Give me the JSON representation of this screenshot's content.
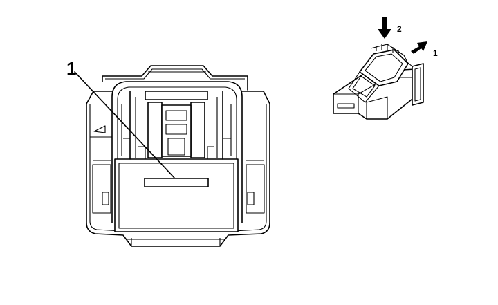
{
  "front_view": {
    "callout_label": "1"
  },
  "iso_view": {
    "arrow_push_label": "2",
    "arrow_slide_label": "1"
  }
}
